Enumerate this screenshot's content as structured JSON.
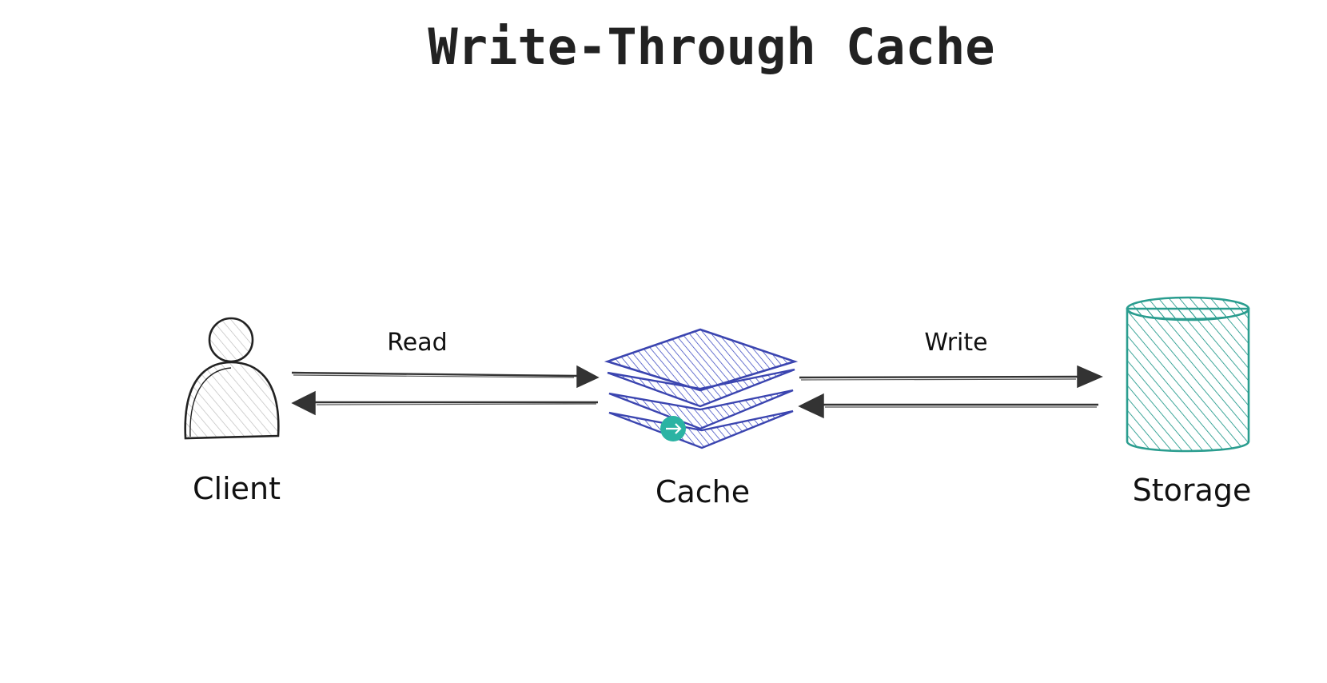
{
  "title": "Write-Through Cache",
  "nodes": {
    "client": {
      "label": "Client",
      "icon": "person-icon",
      "color": "#444444"
    },
    "cache": {
      "label": "Cache",
      "icon": "stacked-layers-icon",
      "color": "#3b45b0"
    },
    "storage": {
      "label": "Storage",
      "icon": "database-cylinder-icon",
      "color": "#2a9d8f"
    }
  },
  "edges": {
    "read": {
      "label": "Read",
      "from": "client",
      "to": "cache",
      "bidirectional": true
    },
    "write": {
      "label": "Write",
      "from": "cache",
      "to": "storage",
      "bidirectional": true
    }
  },
  "cursor": {
    "icon": "arrow-right-cursor-icon",
    "color": "#2bb3a3"
  }
}
